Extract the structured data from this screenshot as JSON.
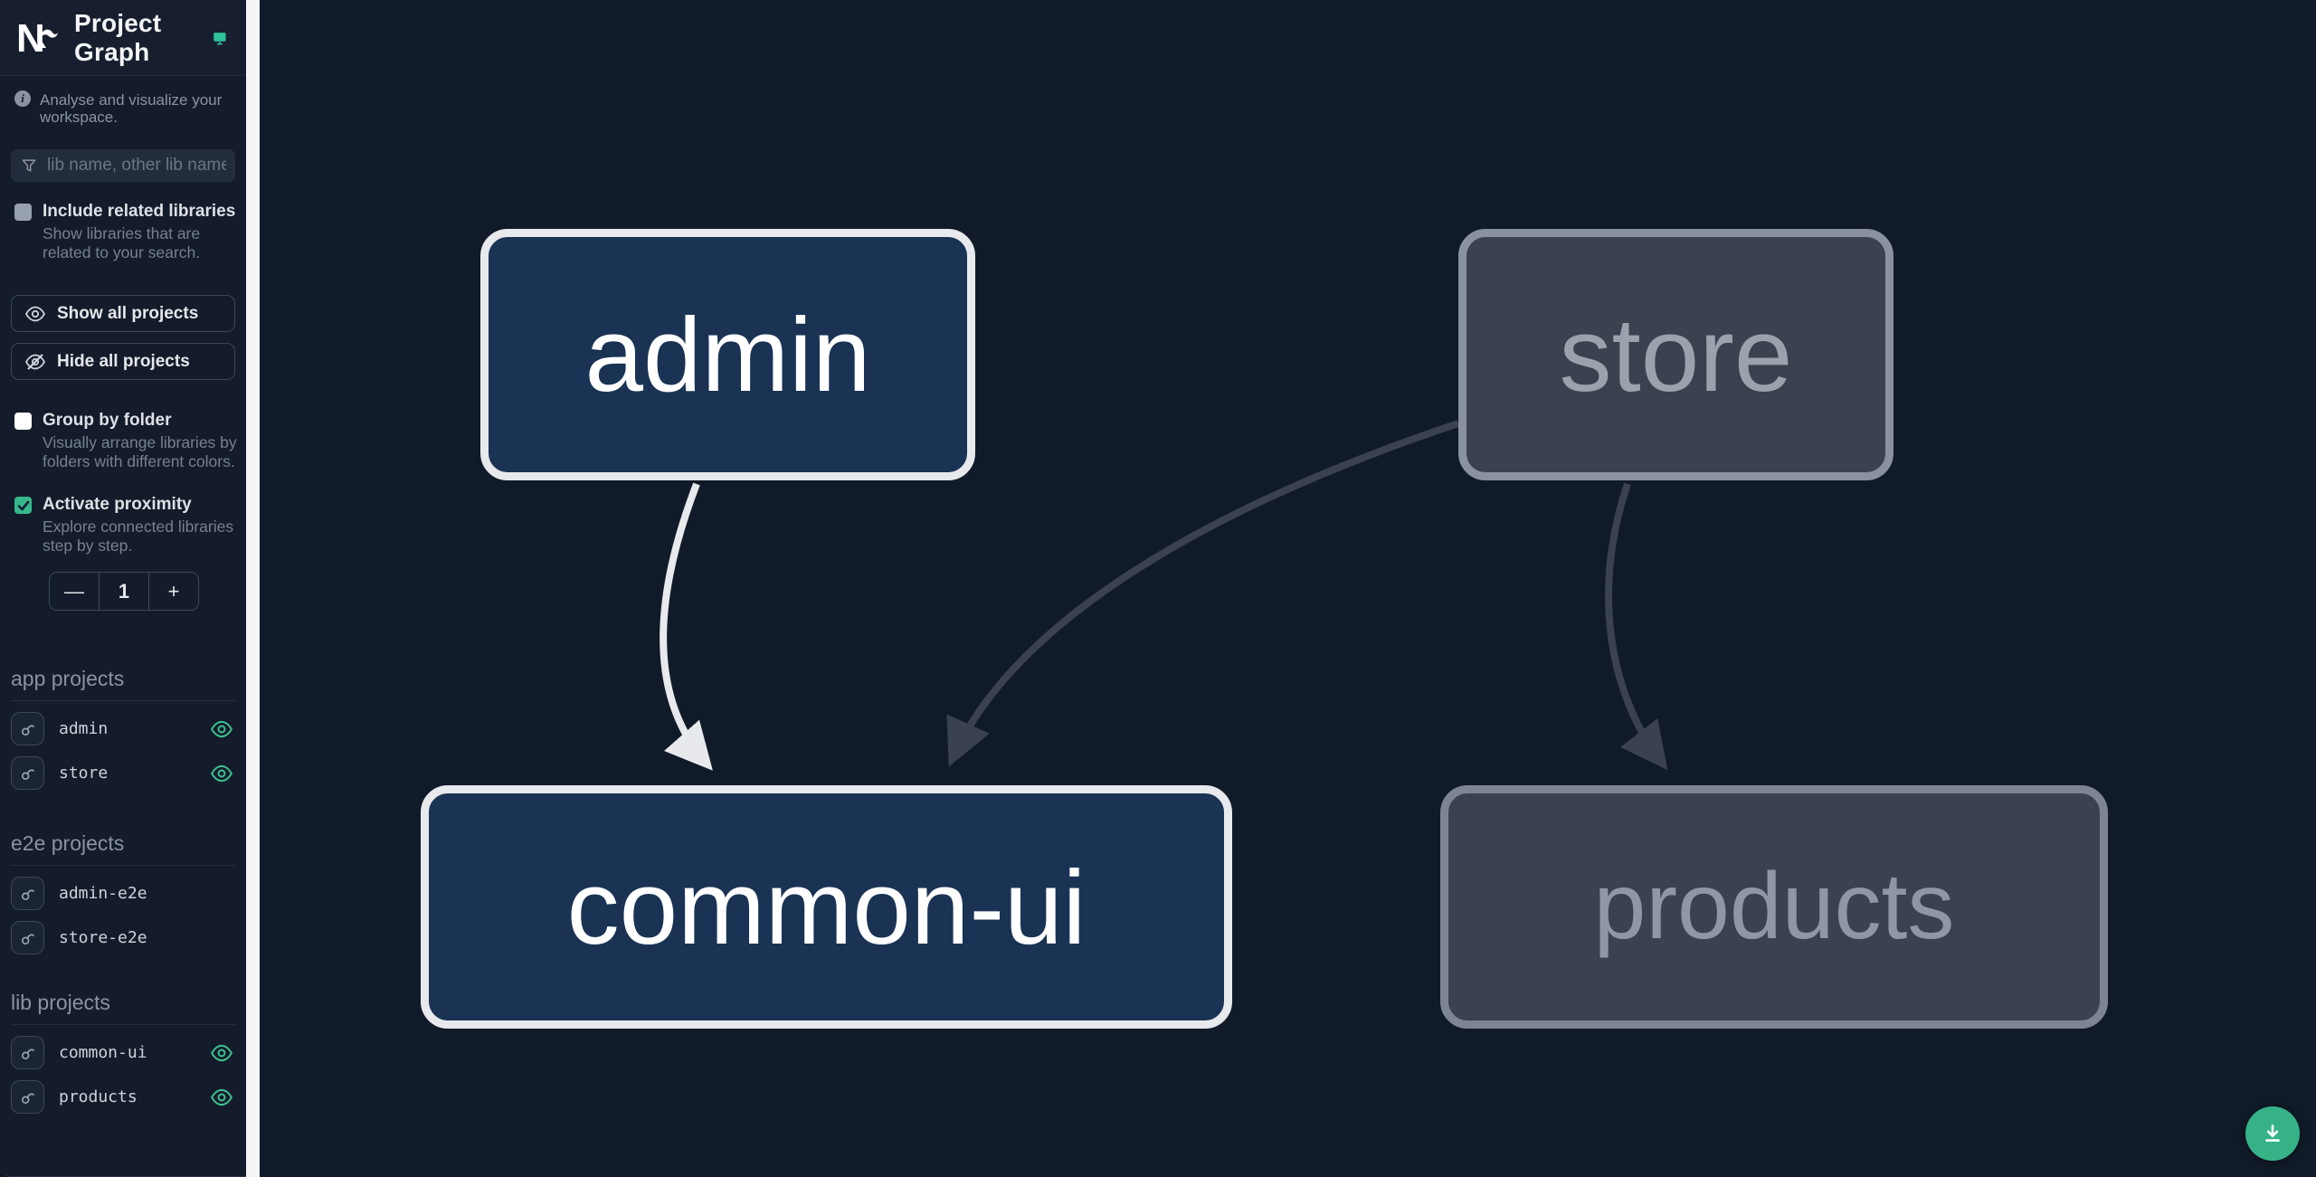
{
  "header": {
    "app_name": "Nx",
    "title": "Project Graph"
  },
  "intro": {
    "text": "Analyse and visualize your workspace."
  },
  "search": {
    "placeholder": "lib name, other lib name"
  },
  "options": {
    "include_related": {
      "label": "Include related libraries",
      "description": "Show libraries that are related to your search.",
      "checked": false
    },
    "show_all_label": "Show all projects",
    "hide_all_label": "Hide all projects",
    "group_by_folder": {
      "label": "Group by folder",
      "description": "Visually arrange libraries by folders with different colors.",
      "checked": false
    },
    "activate_proximity": {
      "label": "Activate proximity",
      "description": "Explore connected libraries step by step.",
      "checked": true
    },
    "proximity": {
      "decrement_label": "—",
      "value": "1",
      "increment_label": "+"
    }
  },
  "sections": [
    {
      "title": "app projects",
      "items": [
        {
          "name": "admin",
          "visible": true
        },
        {
          "name": "store",
          "visible": true
        }
      ]
    },
    {
      "title": "e2e projects",
      "items": [
        {
          "name": "admin-e2e",
          "visible": false
        },
        {
          "name": "store-e2e",
          "visible": false
        }
      ]
    },
    {
      "title": "lib projects",
      "items": [
        {
          "name": "common-ui",
          "visible": true
        },
        {
          "name": "products",
          "visible": true
        }
      ]
    }
  ],
  "graph": {
    "nodes": [
      {
        "id": "admin",
        "label": "admin",
        "state": "focused"
      },
      {
        "id": "store",
        "label": "store",
        "state": "unfocused"
      },
      {
        "id": "common-ui",
        "label": "common-ui",
        "state": "focused"
      },
      {
        "id": "products",
        "label": "products",
        "state": "unfocused"
      }
    ],
    "edges": [
      {
        "from": "admin",
        "to": "common-ui",
        "highlighted": true
      },
      {
        "from": "store",
        "to": "common-ui",
        "highlighted": false
      },
      {
        "from": "store",
        "to": "products",
        "highlighted": false
      }
    ]
  },
  "colors": {
    "accent_teal": "#37b78c",
    "fab_background": "#35b387",
    "eye_visible": "#3fc28f",
    "node_focused_fill": "#1a3354",
    "node_focused_border": "#e7e9ec",
    "node_unfocused_fill": "#3a414f",
    "node_unfocused_border": "#8a92a0",
    "edge_highlighted": "#e7e9ec",
    "edge_normal": "#3a4150",
    "sidebar_background": "#141c2b",
    "canvas_background": "#111a28"
  },
  "fab": {
    "icon": "download"
  }
}
